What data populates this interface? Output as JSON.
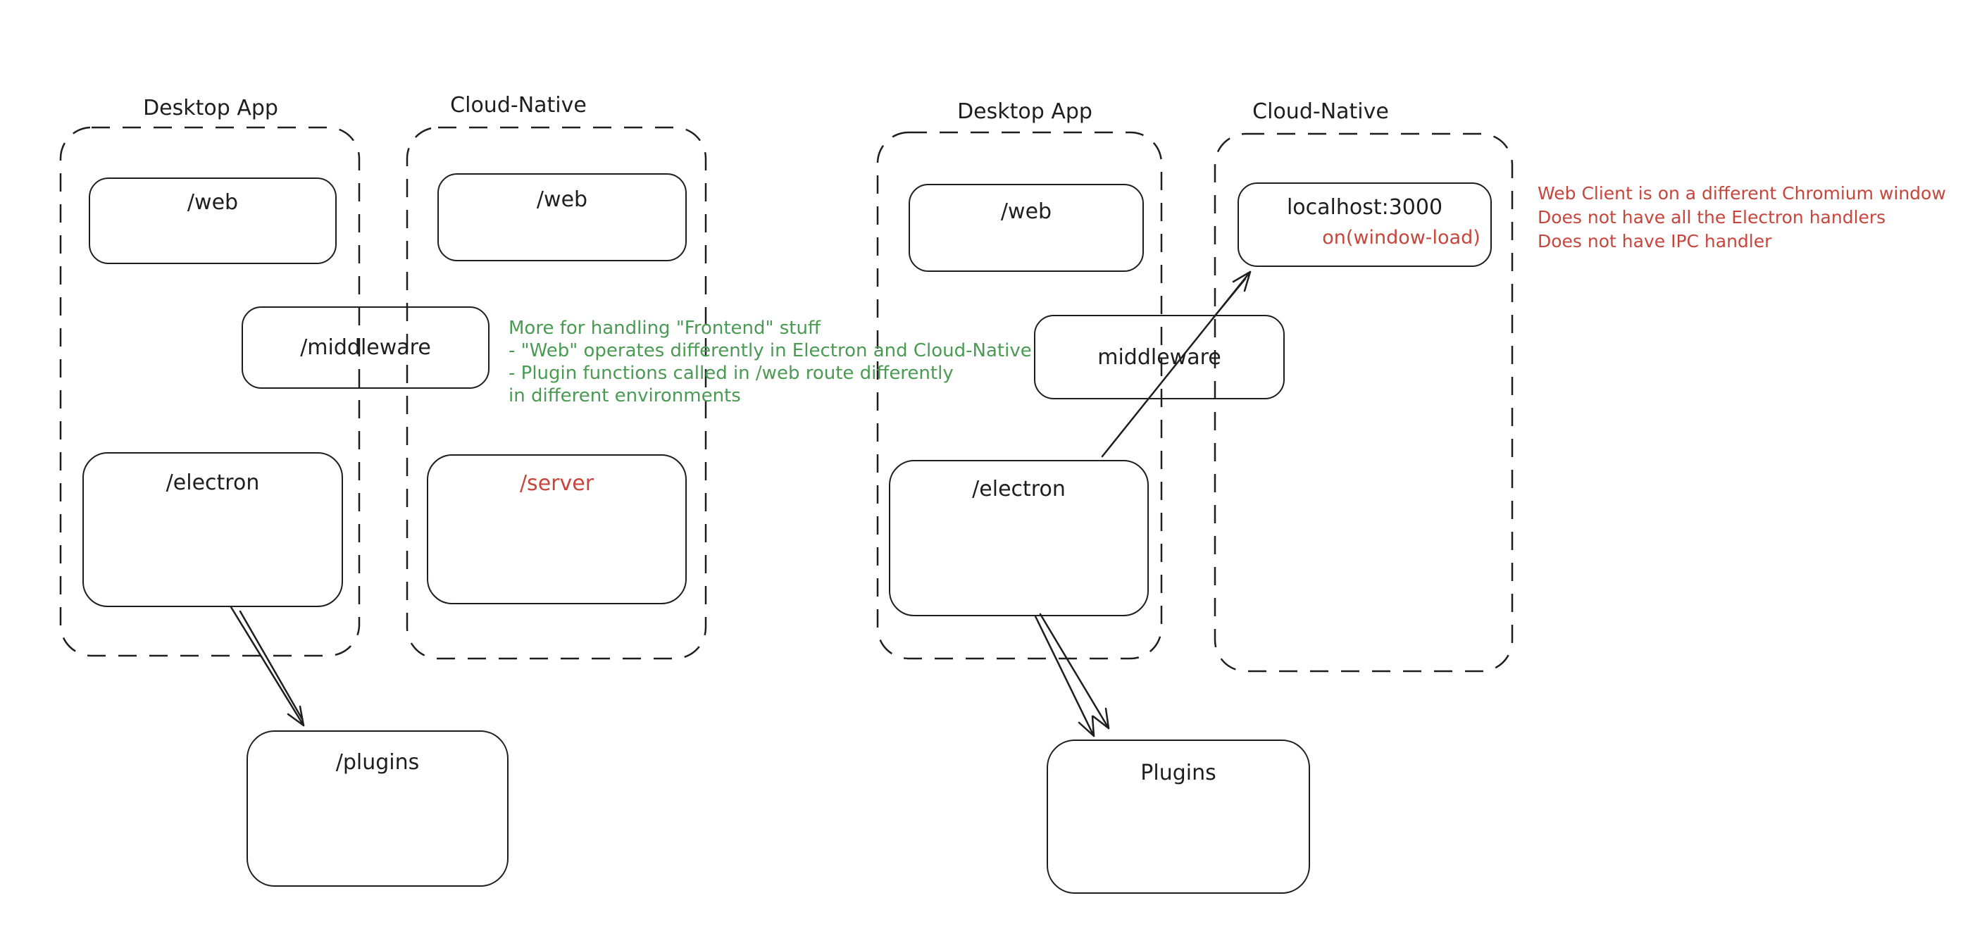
{
  "colors": {
    "ink": "#1e1e1e",
    "red": "#c8453c",
    "green": "#4a9a53",
    "background": "#ffffff"
  },
  "left": {
    "desktop_label": "Desktop App",
    "cloud_label": "Cloud-Native",
    "web_desktop": "/web",
    "web_cloud": "/web",
    "middleware": "/middleware",
    "electron": "/electron",
    "server": "/server",
    "plugins": "/plugins",
    "green_note": [
      "More for handling \"Frontend\" stuff",
      "- \"Web\" operates differently in Electron and Cloud-Native",
      "- Plugin functions called in /web route differently",
      "in different environments"
    ]
  },
  "right": {
    "desktop_label": "Desktop App",
    "cloud_label": "Cloud-Native",
    "web": "/web",
    "localhost": "localhost:3000",
    "window_load": "on(window-load)",
    "middleware": "middleware",
    "electron": "/electron",
    "plugins": "Plugins",
    "red_note": [
      "Web Client is on a different Chromium window",
      "Does not have all the Electron handlers",
      "Does not have IPC handler"
    ]
  }
}
